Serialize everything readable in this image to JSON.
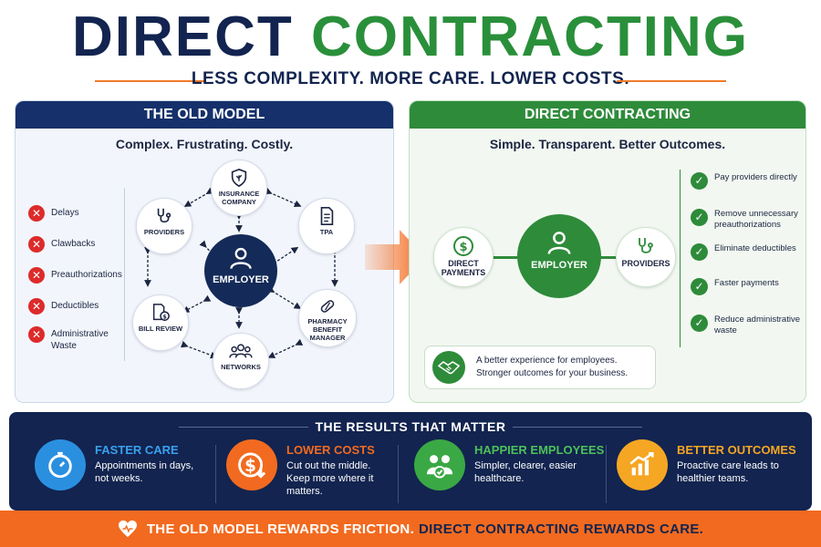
{
  "header": {
    "title_part1": "DIRECT",
    "title_part2": "CONTRACTING",
    "tagline": "LESS COMPLEXITY.  MORE CARE.  LOWER COSTS."
  },
  "old_model": {
    "heading": "THE OLD MODEL",
    "subheading": "Complex. Frustrating. Costly.",
    "pain_points": [
      "Delays",
      "Clawbacks",
      "Preauthorizations",
      "Deductibles",
      "Administrative Waste"
    ],
    "center": "EMPLOYER",
    "nodes": {
      "insurance": "INSURANCE COMPANY",
      "tpa": "TPA",
      "providers": "PROVIDERS",
      "pharmacy": "PHARMACY BENEFIT MANAGER",
      "networks": "NETWORKS",
      "bill_review": "BILL REVIEW"
    }
  },
  "direct": {
    "heading": "DIRECT CONTRACTING",
    "subheading": "Simple. Transparent. Better Outcomes.",
    "left_node": "DIRECT PAYMENTS",
    "center": "EMPLOYER",
    "right_node": "PROVIDERS",
    "benefits": [
      "Pay providers directly",
      "Remove unnecessary preauthorizations",
      "Eliminate deductibles",
      "Faster payments",
      "Reduce administrative waste"
    ],
    "callout_line1": "A better experience for employees.",
    "callout_line2": "Stronger outcomes for your business."
  },
  "results": {
    "heading": "THE RESULTS THAT MATTER",
    "items": [
      {
        "title": "FASTER CARE",
        "desc": "Appointments in days, not weeks.",
        "color": "#2b8fe0"
      },
      {
        "title": "LOWER COSTS",
        "desc": "Cut out the middle. Keep more where it matters.",
        "color": "#f26a1f"
      },
      {
        "title": "HAPPIER EMPLOYEES",
        "desc": "Simpler, clearer, easier healthcare.",
        "color": "#3aa845"
      },
      {
        "title": "BETTER OUTCOMES",
        "desc": "Proactive care leads to healthier teams.",
        "color": "#f5a623"
      }
    ]
  },
  "footer": {
    "part1": "THE OLD MODEL REWARDS FRICTION.",
    "part2": "DIRECT CONTRACTING REWARDS CARE."
  },
  "colors": {
    "navy": "#12244f",
    "green": "#2e8b3a",
    "orange": "#f26a1f",
    "red": "#dd2b2b"
  }
}
